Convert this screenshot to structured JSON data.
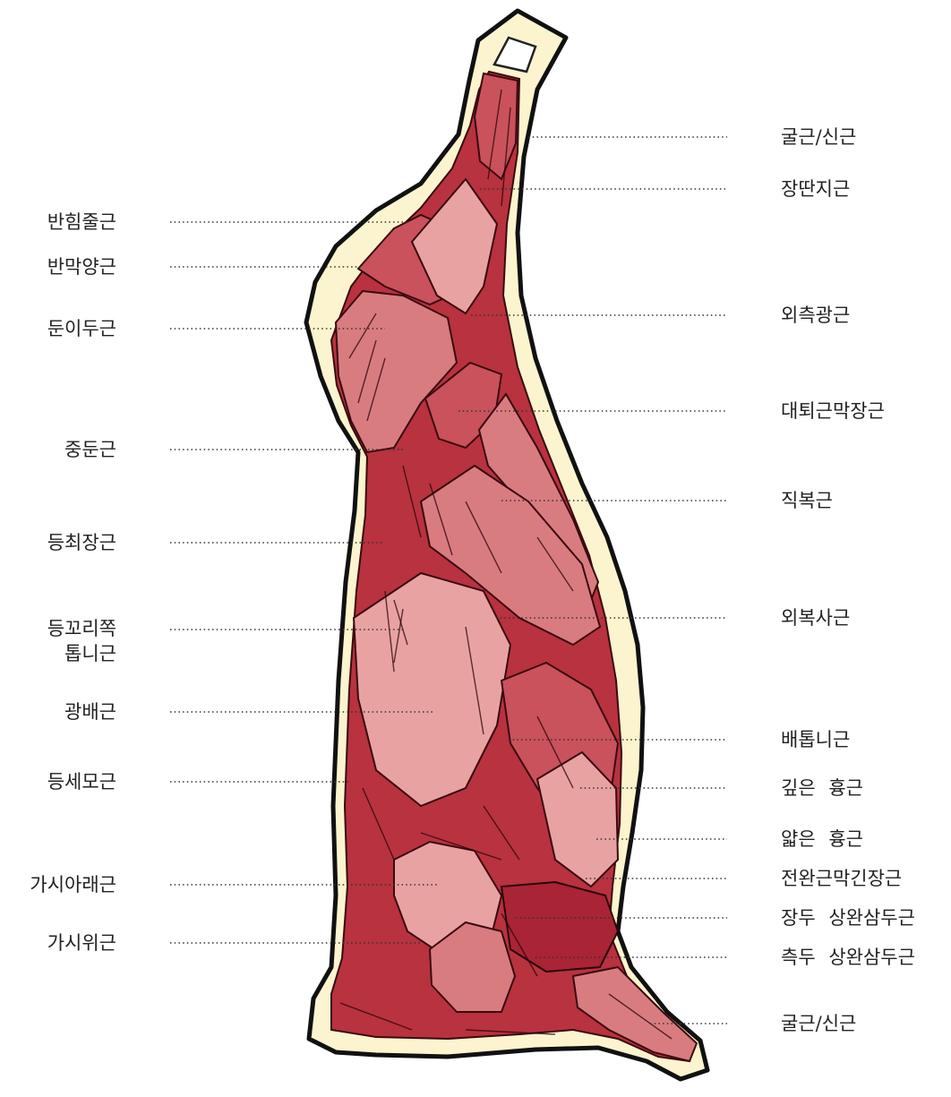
{
  "labels_left": [
    {
      "id": "bantim",
      "text": "반힘줄근"
    },
    {
      "id": "banmak",
      "text": "반막양근"
    },
    {
      "id": "duni",
      "text": "둔이두근"
    },
    {
      "id": "jungdun",
      "text": "중둔근"
    },
    {
      "id": "deungchoe",
      "text": "등최장근"
    },
    {
      "id": "deungkkori",
      "text": "등꼬리쪽\n톱니근"
    },
    {
      "id": "gwangbae",
      "text": "광배근"
    },
    {
      "id": "deungsemo",
      "text": "등세모근"
    },
    {
      "id": "gasiarae",
      "text": "가시아래근"
    },
    {
      "id": "gasiwi",
      "text": "가시위근"
    }
  ],
  "labels_right": [
    {
      "id": "gulgeun1",
      "text": "굴근/신근"
    },
    {
      "id": "jangttanji",
      "text": "장딴지근"
    },
    {
      "id": "oecheuk",
      "text": "외측광근"
    },
    {
      "id": "daetoe",
      "text": "대퇴근막장근"
    },
    {
      "id": "jikbok",
      "text": "직복근"
    },
    {
      "id": "oeboksa",
      "text": "외복사근"
    },
    {
      "id": "baetop",
      "text": "배톱니근"
    },
    {
      "id": "gipeun",
      "text": "깊은 흉근"
    },
    {
      "id": "yalbeun",
      "text": "얇은 흉근"
    },
    {
      "id": "jeonwan",
      "text": "전완근막긴장근"
    },
    {
      "id": "jangdu",
      "text": "장두 상완삼두근"
    },
    {
      "id": "cheukdu",
      "text": "측두 상완삼두근"
    },
    {
      "id": "gulgeun2",
      "text": "굴근/신근"
    }
  ],
  "colors": {
    "fat": "#fbf4cf",
    "muscle_dark": "#a92434",
    "muscle": "#b8323f",
    "muscle_mid": "#c9525c",
    "muscle_light": "#d97c80",
    "muscle_pale": "#e9a2a2",
    "outline": "#111111"
  }
}
